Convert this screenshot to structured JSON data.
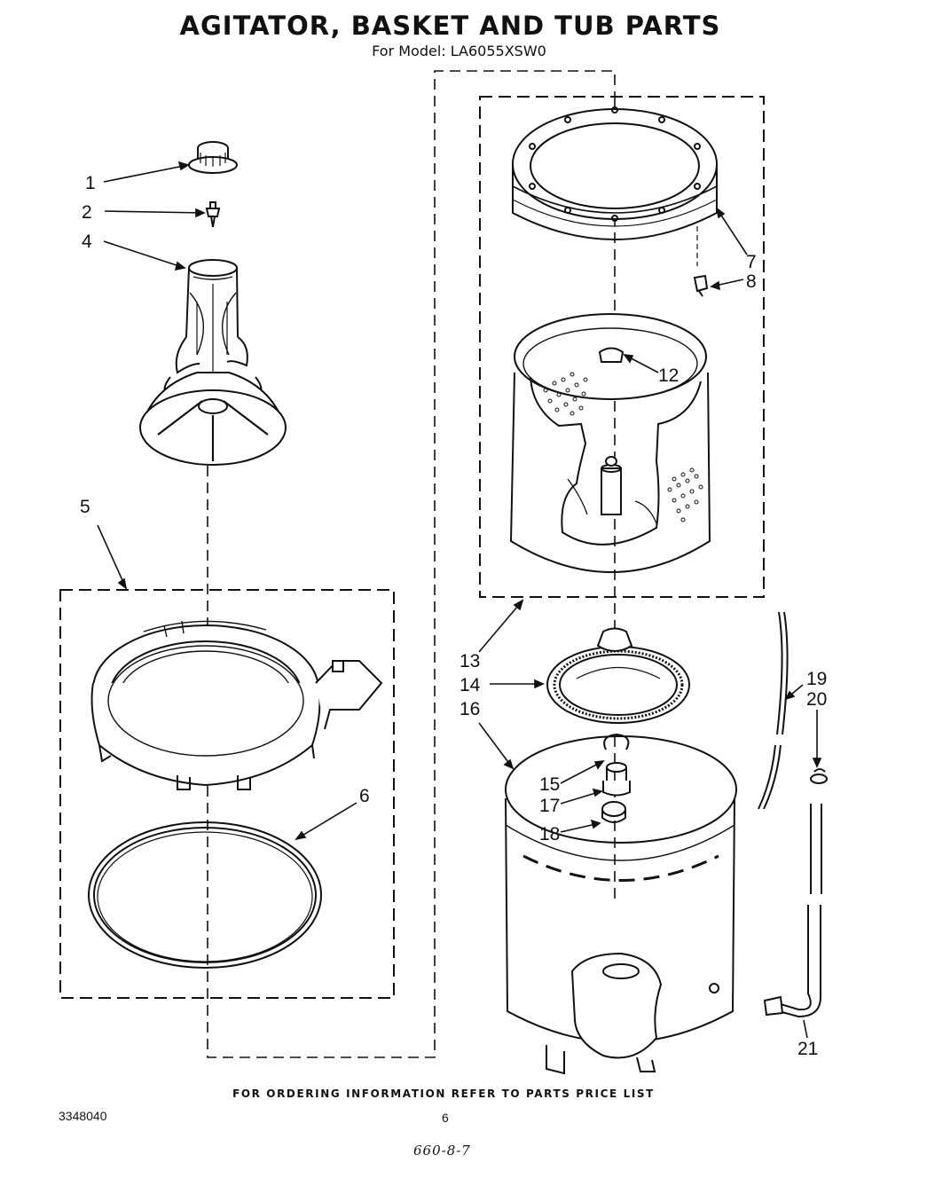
{
  "header": {
    "title": "AGITATOR, BASKET AND TUB PARTS",
    "subtitle": "For Model: LA6055XSW0"
  },
  "footer": {
    "ordering_note": "FOR ORDERING INFORMATION REFER TO PARTS PRICE LIST",
    "document_number": "3348040",
    "page_number": "6",
    "handwritten_note": "660-8-7"
  },
  "callouts": {
    "c1": "1",
    "c2": "2",
    "c4": "4",
    "c5": "5",
    "c6": "6",
    "c7": "7",
    "c8": "8",
    "c12": "12",
    "c13": "13",
    "c14": "14",
    "c15": "15",
    "c16": "16",
    "c17": "17",
    "c18": "18",
    "c19": "19",
    "c20": "20",
    "c21": "21"
  }
}
